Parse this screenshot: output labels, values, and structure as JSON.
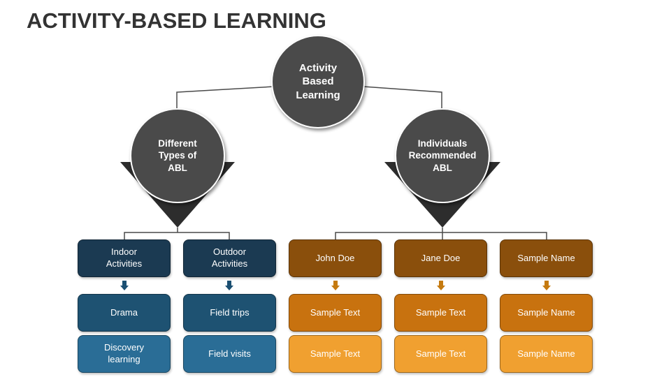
{
  "title": "ACTIVITY-BASED LEARNING",
  "root": {
    "label": "Activity\nBased\nLearning"
  },
  "branches": [
    {
      "label": "Different\nTypes of\nABL",
      "columns": [
        {
          "header": "Indoor\nActivities",
          "items": [
            "Drama",
            "Discovery\nlearning"
          ]
        },
        {
          "header": "Outdoor\nActivities",
          "items": [
            "Field trips",
            "Field visits"
          ]
        }
      ]
    },
    {
      "label": "Individuals\nRecommended\nABL",
      "columns": [
        {
          "header": "John Doe",
          "items": [
            "Sample Text",
            "Sample Text"
          ]
        },
        {
          "header": "Jane Doe",
          "items": [
            "Sample Text",
            "Sample Text"
          ]
        },
        {
          "header": "Sample Name",
          "items": [
            "Sample Name",
            "Sample Name"
          ]
        }
      ]
    }
  ],
  "colors": {
    "circle": "#4a4a4a",
    "triangle": "#2d2d2d",
    "blue_header": "#1b3a52",
    "blue_mid": "#1e5272",
    "blue_light": "#2a6d96",
    "blue_arrow": "#1b4f72",
    "orange_header": "#8a4f0c",
    "orange_mid": "#c8720f",
    "orange_light": "#f0a030",
    "orange_arrow": "#c57a10"
  }
}
